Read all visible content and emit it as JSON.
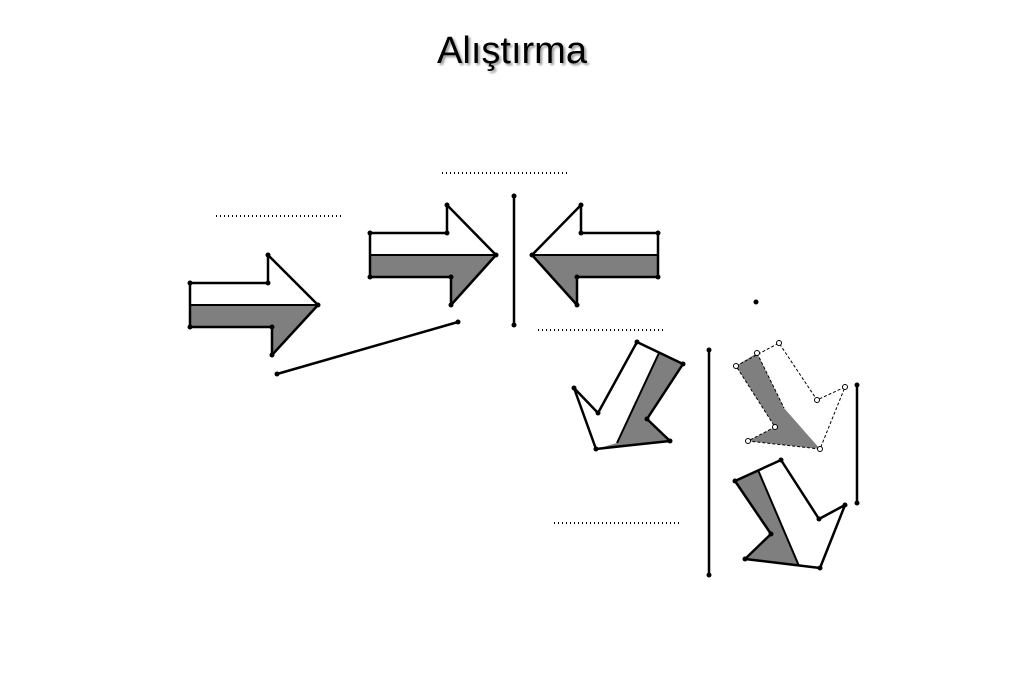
{
  "title": "Alıştırma",
  "colors": {
    "background": "#ffffff",
    "line": "#000000",
    "shade": "#7f7f7f"
  },
  "exercise": {
    "answer_blanks": 4,
    "shapes": [
      "arrow",
      "arrow",
      "arrow",
      "arrow",
      "arrow",
      "arrow"
    ],
    "mirror_lines": 4
  }
}
